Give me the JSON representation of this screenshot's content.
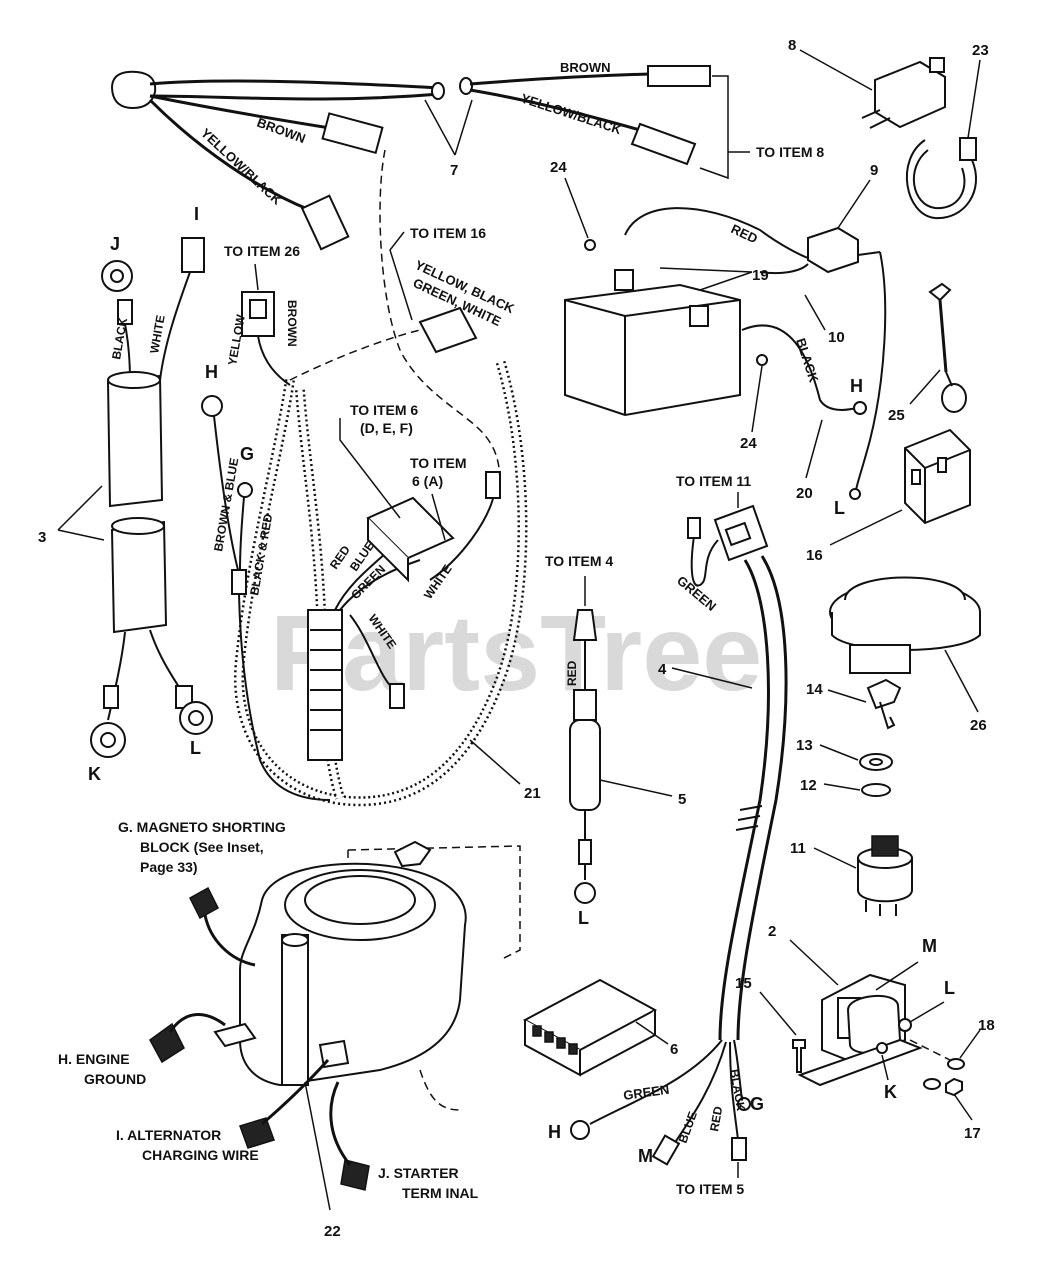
{
  "watermark": "PartsTree",
  "item_numbers": {
    "n2": "2",
    "n3": "3",
    "n4": "4",
    "n5": "5",
    "n6": "6",
    "n7": "7",
    "n8": "8",
    "n9": "9",
    "n10": "10",
    "n11": "11",
    "n12": "12",
    "n13": "13",
    "n14": "14",
    "n15": "15",
    "n16": "16",
    "n17": "17",
    "n18": "18",
    "n19": "19",
    "n20": "20",
    "n21": "21",
    "n22": "22",
    "n23": "23",
    "n24a": "24",
    "n24b": "24",
    "n25": "25",
    "n26": "26"
  },
  "terminal_letters": {
    "J_cable3": "J",
    "I_top": "I",
    "K_cable3": "K",
    "L_cable3": "L",
    "H_left": "H",
    "G_left": "G",
    "H_battery": "H",
    "L_battery": "L",
    "L_item5": "L",
    "H_item4": "H",
    "M_item4": "M",
    "G_item4": "G",
    "M_switch": "M",
    "L_switch": "L",
    "K_switch": "K"
  },
  "wire_labels": {
    "brown_top": "BROWN",
    "brown_left": "BROWN",
    "yellow_black_left": "YELLOW/BLACK",
    "yellow_black_right": "YELLOW/BLACK",
    "black_3": "BLACK",
    "white_3": "WHITE",
    "yellow_26": "YELLOW",
    "brown_26": "BROWN",
    "brown_blue": "BROWN & BLUE",
    "black_red": "BLACK & RED",
    "yellow_black_16": "YELLOW, BLACK",
    "green_white_16": "GREEN, WHITE",
    "red_6": "RED",
    "blue_6": "BLUE",
    "green_6": "GREEN",
    "white_6a": "WHITE",
    "white_6b": "WHITE",
    "red_9": "RED",
    "black_20": "BLACK",
    "green_11": "GREEN",
    "red_5": "RED",
    "green_h": "GREEN",
    "blue_m": "BLUE",
    "red_m": "RED",
    "black_g": "BLACK"
  },
  "callouts": {
    "to_item_8": "TO ITEM 8",
    "to_item_16": "TO ITEM 16",
    "to_item_26": "TO ITEM 26",
    "to_item_6_def_l1": "TO ITEM 6",
    "to_item_6_def_l2": "(D, E, F)",
    "to_item_6_a_l1": "TO ITEM",
    "to_item_6_a_l2": "6 (A)",
    "to_item_11": "TO ITEM 11",
    "to_item_4": "TO ITEM 4",
    "to_item_5": "TO ITEM 5"
  },
  "engine_notes": {
    "g_l1": "G.  MAGNETO SHORTING",
    "g_l2": "BLOCK (See Inset,",
    "g_l3": "Page 33)",
    "h_l1": "H.  ENGINE",
    "h_l2": "GROUND",
    "i_l1": "I.  ALTERNATOR",
    "i_l2": "CHARGING WIRE",
    "j_l1": "J.  STARTER",
    "j_l2": "TERM INAL"
  }
}
